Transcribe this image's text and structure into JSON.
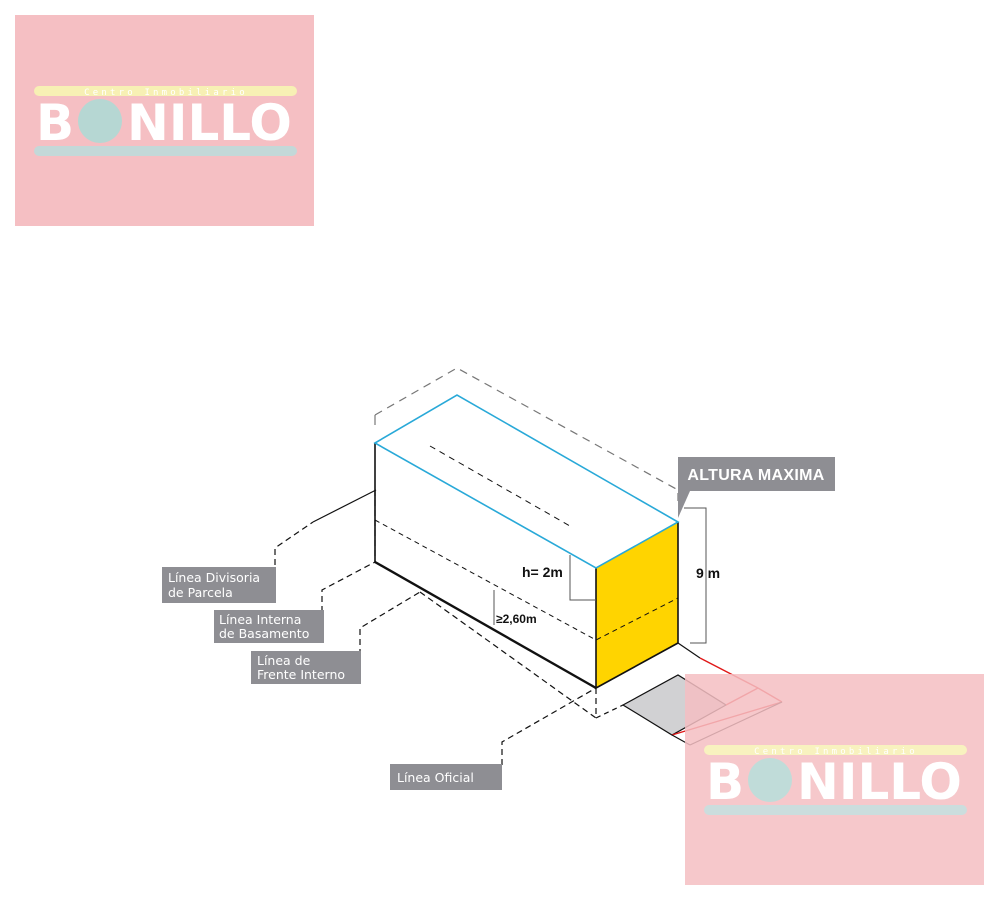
{
  "logo": {
    "subtitle": "Centro Inmobiliario",
    "word_first": "B",
    "word_rest": "NILLO",
    "colors": {
      "background": "#f5bfc3",
      "top_bar": "#f7f0b4",
      "bottom_bar": "#c3d8d8",
      "circle": "#b6d7d3"
    }
  },
  "diagram": {
    "callout": "ALTURA MAXIMA",
    "dim_height_total": "9 m",
    "dim_h": "h= 2m",
    "dim_min": "≥2,60m",
    "labels": {
      "divisoria_1": "Línea Divisoria",
      "divisoria_2": "de Parcela",
      "interna_1": "Línea Interna",
      "interna_2": "de Basamento",
      "frente_1": "Línea de",
      "frente_2": "Frente Interno",
      "oficial": "Línea Oficial"
    },
    "colors": {
      "highlight": "#ffd400",
      "outline": "#29a9d8",
      "label_bg": "#8e8e93",
      "sidewalk": "#d1d1d3",
      "road_line": "#e01818"
    }
  }
}
